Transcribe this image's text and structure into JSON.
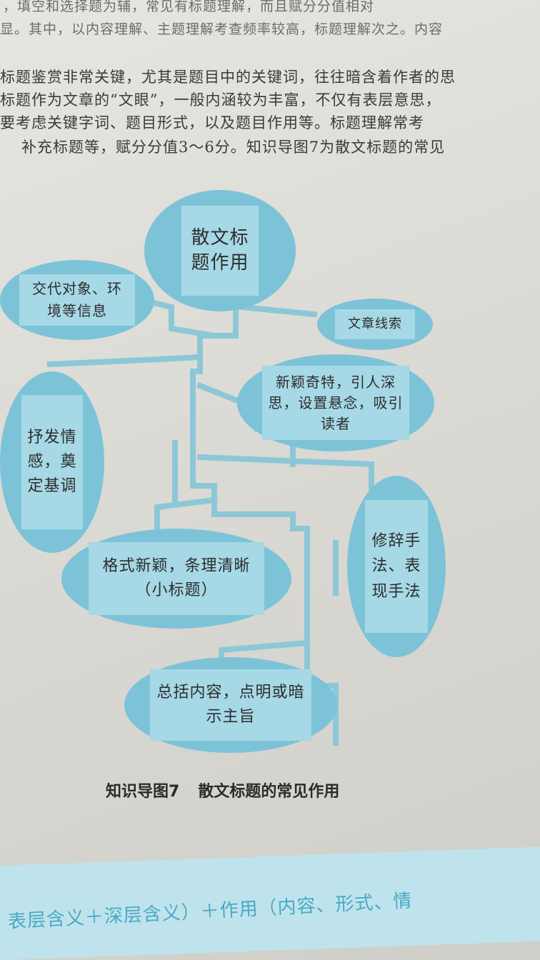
{
  "document": {
    "intro_lines": [
      "，填空和选择题为辅，常见有标题理解，而且赋分分值相对",
      "显。其中，以内容理解、主题理解考查频率较高，标题理解次之。内容",
      "标题鉴赏非常关键，尤其是题目中的关键词，往往暗含着作者的思",
      "标题作为文章的“文眼”，一般内涵较为丰富，不仅有表层意思，",
      "要考虑关键字词、题目形式，以及题目作用等。标题理解常考",
      "补充标题等，赋分分值3～6分。知识导图7为散文标题的常见"
    ]
  },
  "mind_map": {
    "center": "散文标题作用",
    "nodes": [
      {
        "id": "left1",
        "text": "交代对象、环境等信息"
      },
      {
        "id": "right1",
        "text": "文章线索"
      },
      {
        "id": "right2",
        "text": "新颖奇特，引人深思，设置悬念，吸引读者"
      },
      {
        "id": "left2",
        "text": "抒发情感，奠定基调"
      },
      {
        "id": "right3",
        "text": "修辞手法、表现手法"
      },
      {
        "id": "center1",
        "text": "格式新颖，条理清晰（小标题）"
      },
      {
        "id": "center2",
        "text": "总括内容，点明或暗示主旨"
      }
    ]
  },
  "caption": {
    "label": "知识导图7",
    "title": "散文标题的常见作用"
  },
  "footer_band": {
    "text": "表层含义＋深层含义）＋作用（内容、形式、情"
  },
  "colors": {
    "node_fill": "#7cc3d8",
    "box_fill": "#a6d8e6",
    "branch": "#8cc7d8",
    "band": "#bfe3ec",
    "band_text": "#4aa9c5"
  }
}
